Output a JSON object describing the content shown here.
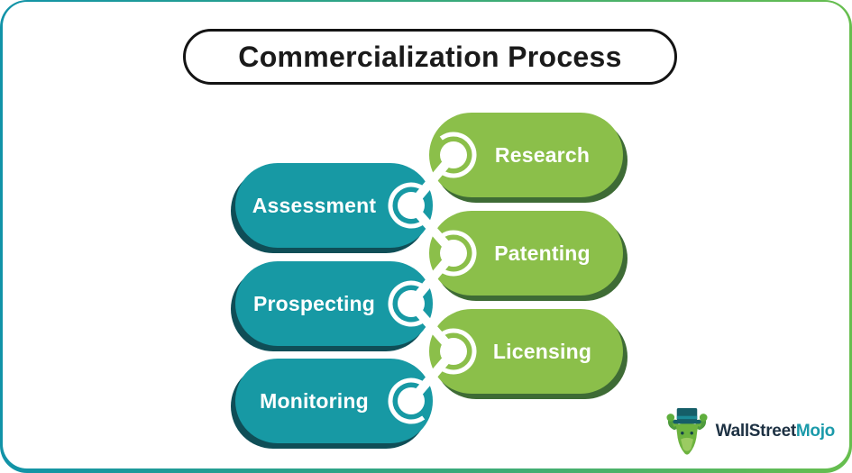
{
  "title": "Commercialization Process",
  "steps": [
    {
      "label": "Research",
      "side": "right",
      "color": "green"
    },
    {
      "label": "Assessment",
      "side": "left",
      "color": "teal"
    },
    {
      "label": "Patenting",
      "side": "right",
      "color": "green"
    },
    {
      "label": "Prospecting",
      "side": "left",
      "color": "teal"
    },
    {
      "label": "Licensing",
      "side": "right",
      "color": "green"
    },
    {
      "label": "Monitoring",
      "side": "left",
      "color": "teal"
    }
  ],
  "colors": {
    "teal_pill": "#1799A4",
    "teal_shadow": "#0F4E57",
    "green_pill": "#8BBF4A",
    "green_shadow": "#3E6B35",
    "frame_gradient_left": "#1193A8",
    "frame_gradient_right": "#67BE4E",
    "title_text": "#1A1A1A",
    "connector": "#FFFFFF",
    "logo_primary_color": "#1D3143",
    "logo_accent_color": "#1B9AAA"
  },
  "logo": {
    "brand_primary": "WallStreet",
    "brand_accent": "Mojo"
  }
}
